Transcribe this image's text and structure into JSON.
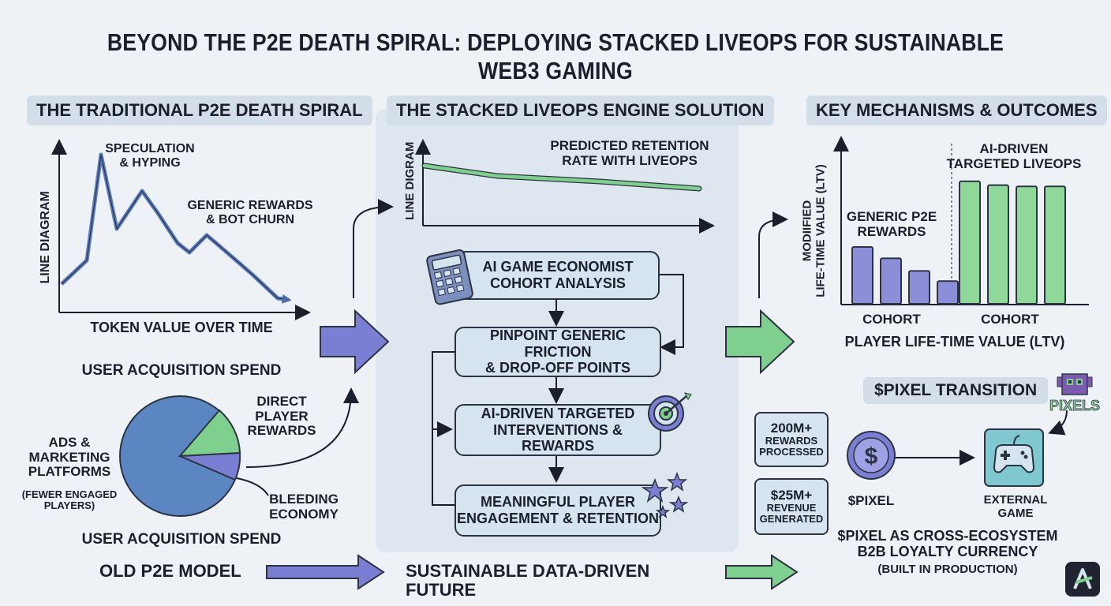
{
  "title": "BEYOND THE P2E DEATH SPIRAL: DEPLOYING STACKED LIVEOPS FOR SUSTAINABLE WEB3 GAMING",
  "sections": {
    "left": "THE TRADITIONAL P2E DEATH SPIRAL",
    "middle": "THE STACKED LIVEOPS ENGINE SOLUTION",
    "right": "KEY MECHANISMS & OUTCOMES"
  },
  "left_line": {
    "y_label": "LINE DIAGRAM",
    "x_label": "TOKEN VALUE OVER TIME",
    "ann_1": [
      "SPECULATION",
      "& HYPING"
    ],
    "ann_2": [
      "GENERIC REWARDS",
      "& BOT CHURN"
    ]
  },
  "pie": {
    "title_top": "USER ACQUISITION SPEND",
    "title_bottom": "USER ACQUISITION SPEND",
    "slice_ads": [
      "ADS &",
      "MARKETING",
      "PLATFORMS"
    ],
    "slice_ads_note": [
      "(FEWER ENGAGED",
      "PLAYERS)"
    ],
    "slice_direct": [
      "DIRECT",
      "PLAYER",
      "REWARDS"
    ],
    "slice_bleed": [
      "BLEEDING",
      "ECONOMY"
    ]
  },
  "mid_line": {
    "y_label": "LINE DIGRAM",
    "caption": [
      "PREDICTED RETENTION",
      "RATE WITH LIVEOPS"
    ]
  },
  "flow": {
    "step1": [
      "AI GAME ECONOMIST",
      "COHORT ANALYSIS"
    ],
    "step2": [
      "PINPOINT GENERIC FRICTION",
      "& DROP-OFF POINTS"
    ],
    "step3": [
      "AI-DRIVEN TARGETED",
      "INTERVENTIONS & REWARDS"
    ],
    "step4": [
      "MEANINGFUL PLAYER",
      "ENGAGEMENT & RETENTION"
    ]
  },
  "stats": [
    {
      "value": "200M+",
      "label": [
        "REWARDS",
        "PROCESSED"
      ]
    },
    {
      "value": "$25M+",
      "label": [
        "REVENUE",
        "GENERATED"
      ]
    }
  ],
  "ltv_chart": {
    "y_label": [
      "MODIIFIED",
      "LIFE-TIME VALUE (LTV)"
    ],
    "x_label": "PLAYER LIFE-TIME VALUE (LTV)",
    "group_1": {
      "name": [
        "GENERIC P2E",
        "REWARDS"
      ],
      "cohort": "COHORT"
    },
    "group_2": {
      "name": [
        "AI-DRIVEN",
        "TARGETED LIVEOPS"
      ],
      "cohort": "COHORT"
    }
  },
  "chart_data": {
    "type": "bar",
    "title": "",
    "xlabel": "PLAYER LIFE-TIME VALUE (LTV)",
    "ylabel": "MODIIFIED LIFE-TIME VALUE (LTV)",
    "ylim": [
      0,
      100
    ],
    "grid": false,
    "series": [
      {
        "name": "GENERIC P2E REWARDS",
        "values": [
          45,
          36,
          26,
          18
        ],
        "color": "#8c8fd8"
      },
      {
        "name": "AI-DRIVEN TARGETED LIVEOPS",
        "values": [
          97,
          94,
          93,
          93
        ],
        "color": "#8fd89a"
      }
    ]
  },
  "pixel": {
    "heading": "$PIXEL TRANSITION",
    "coin_label": "$PIXEL",
    "coin_glyph": "$",
    "game_label": [
      "EXTERNAL",
      "GAME"
    ],
    "logo_text": "PIXELS",
    "caption": [
      "$PIXEL AS CROSS-ECOSYSTEM",
      "B2B LOYALTY CURRENCY"
    ],
    "caption_note": "(BUILT IN PRODUCTION)"
  },
  "footer": {
    "old": "OLD P2E MODEL",
    "future": "SUSTAINABLE DATA-DRIVEN FUTURE"
  },
  "colors": {
    "purple": "#7b7fd4",
    "green": "#7fd08e",
    "blue": "#5b86c2",
    "ink": "#2c3444"
  },
  "icons": [
    "calculator-icon",
    "target-icon",
    "stars-icon",
    "dollar-coin-icon",
    "gamepad-icon",
    "pixels-mascot-icon",
    "app-logo-icon"
  ]
}
